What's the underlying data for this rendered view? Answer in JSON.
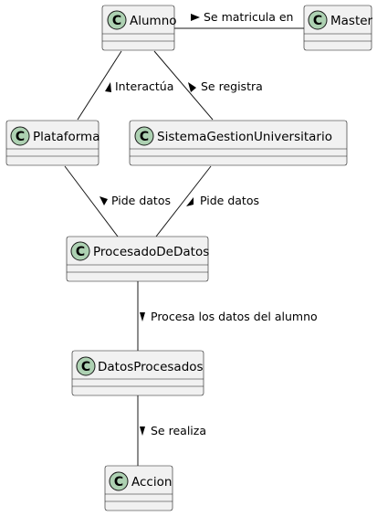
{
  "diagram": {
    "classes": {
      "alumno": {
        "name": "Alumno",
        "badge": "C"
      },
      "master": {
        "name": "Master",
        "badge": "C"
      },
      "plataforma": {
        "name": "Plataforma",
        "badge": "C"
      },
      "sistema": {
        "name": "SistemaGestionUniversitario",
        "badge": "C"
      },
      "procesado": {
        "name": "ProcesadoDeDatos",
        "badge": "C"
      },
      "datos": {
        "name": "DatosProcesados",
        "badge": "C"
      },
      "accion": {
        "name": "Accion",
        "badge": "C"
      }
    },
    "relations": {
      "alumno_master": "Se matricula en",
      "alumno_plataforma": "Interactúa",
      "alumno_sistema": "Se registra",
      "plataforma_procesado": "Pide datos",
      "sistema_procesado": "Pide datos",
      "procesado_datos": "Procesa los datos del alumno",
      "datos_accion": "Se realiza"
    },
    "colors": {
      "class_fill": "#f1f1f1",
      "class_border": "#181818",
      "badge_fill": "#add1b2"
    }
  }
}
